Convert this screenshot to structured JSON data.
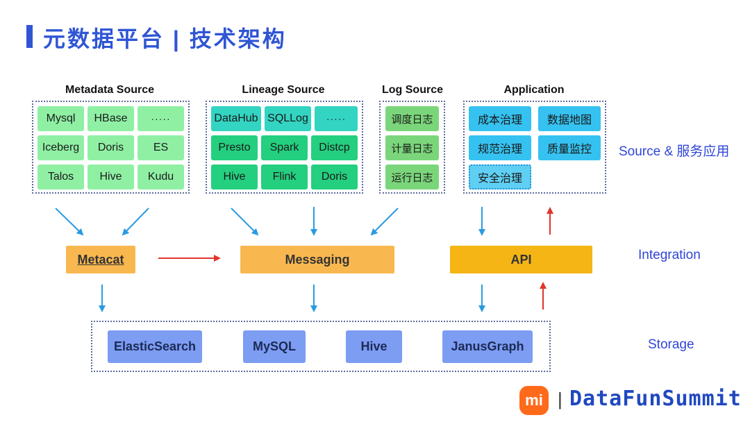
{
  "title": "元数据平台 | 技术架构",
  "groups": {
    "metadata": {
      "title": "Metadata Source",
      "items": [
        "Mysql",
        "HBase",
        "·····",
        "Iceberg",
        "Doris",
        "ES",
        "Talos",
        "Hive",
        "Kudu"
      ]
    },
    "lineage": {
      "title": "Lineage Source",
      "items": [
        "DataHub",
        "SQLLog",
        "·····",
        "Presto",
        "Spark",
        "Distcp",
        "Hive",
        "Flink",
        "Doris"
      ]
    },
    "log": {
      "title": "Log Source",
      "items": [
        "调度日志",
        "计量日志",
        "运行日志"
      ]
    },
    "application": {
      "title": "Application",
      "items": [
        "成本治理",
        "数据地图",
        "规范治理",
        "质量监控",
        "安全治理"
      ]
    }
  },
  "integration": {
    "metacat": "Metacat",
    "messaging": "Messaging",
    "api": "API"
  },
  "storage": [
    "ElasticSearch",
    "MySQL",
    "Hive",
    "JanusGraph"
  ],
  "layers": {
    "source": "Source & 服务应用",
    "integration": "Integration",
    "storage": "Storage"
  },
  "footer": {
    "logo": "mi",
    "separator": "|",
    "brand": "DataFunSummit"
  },
  "colors": {
    "accent": "#2f55d4",
    "arrow_blue": "#2a9be0",
    "arrow_red": "#e0352b"
  }
}
